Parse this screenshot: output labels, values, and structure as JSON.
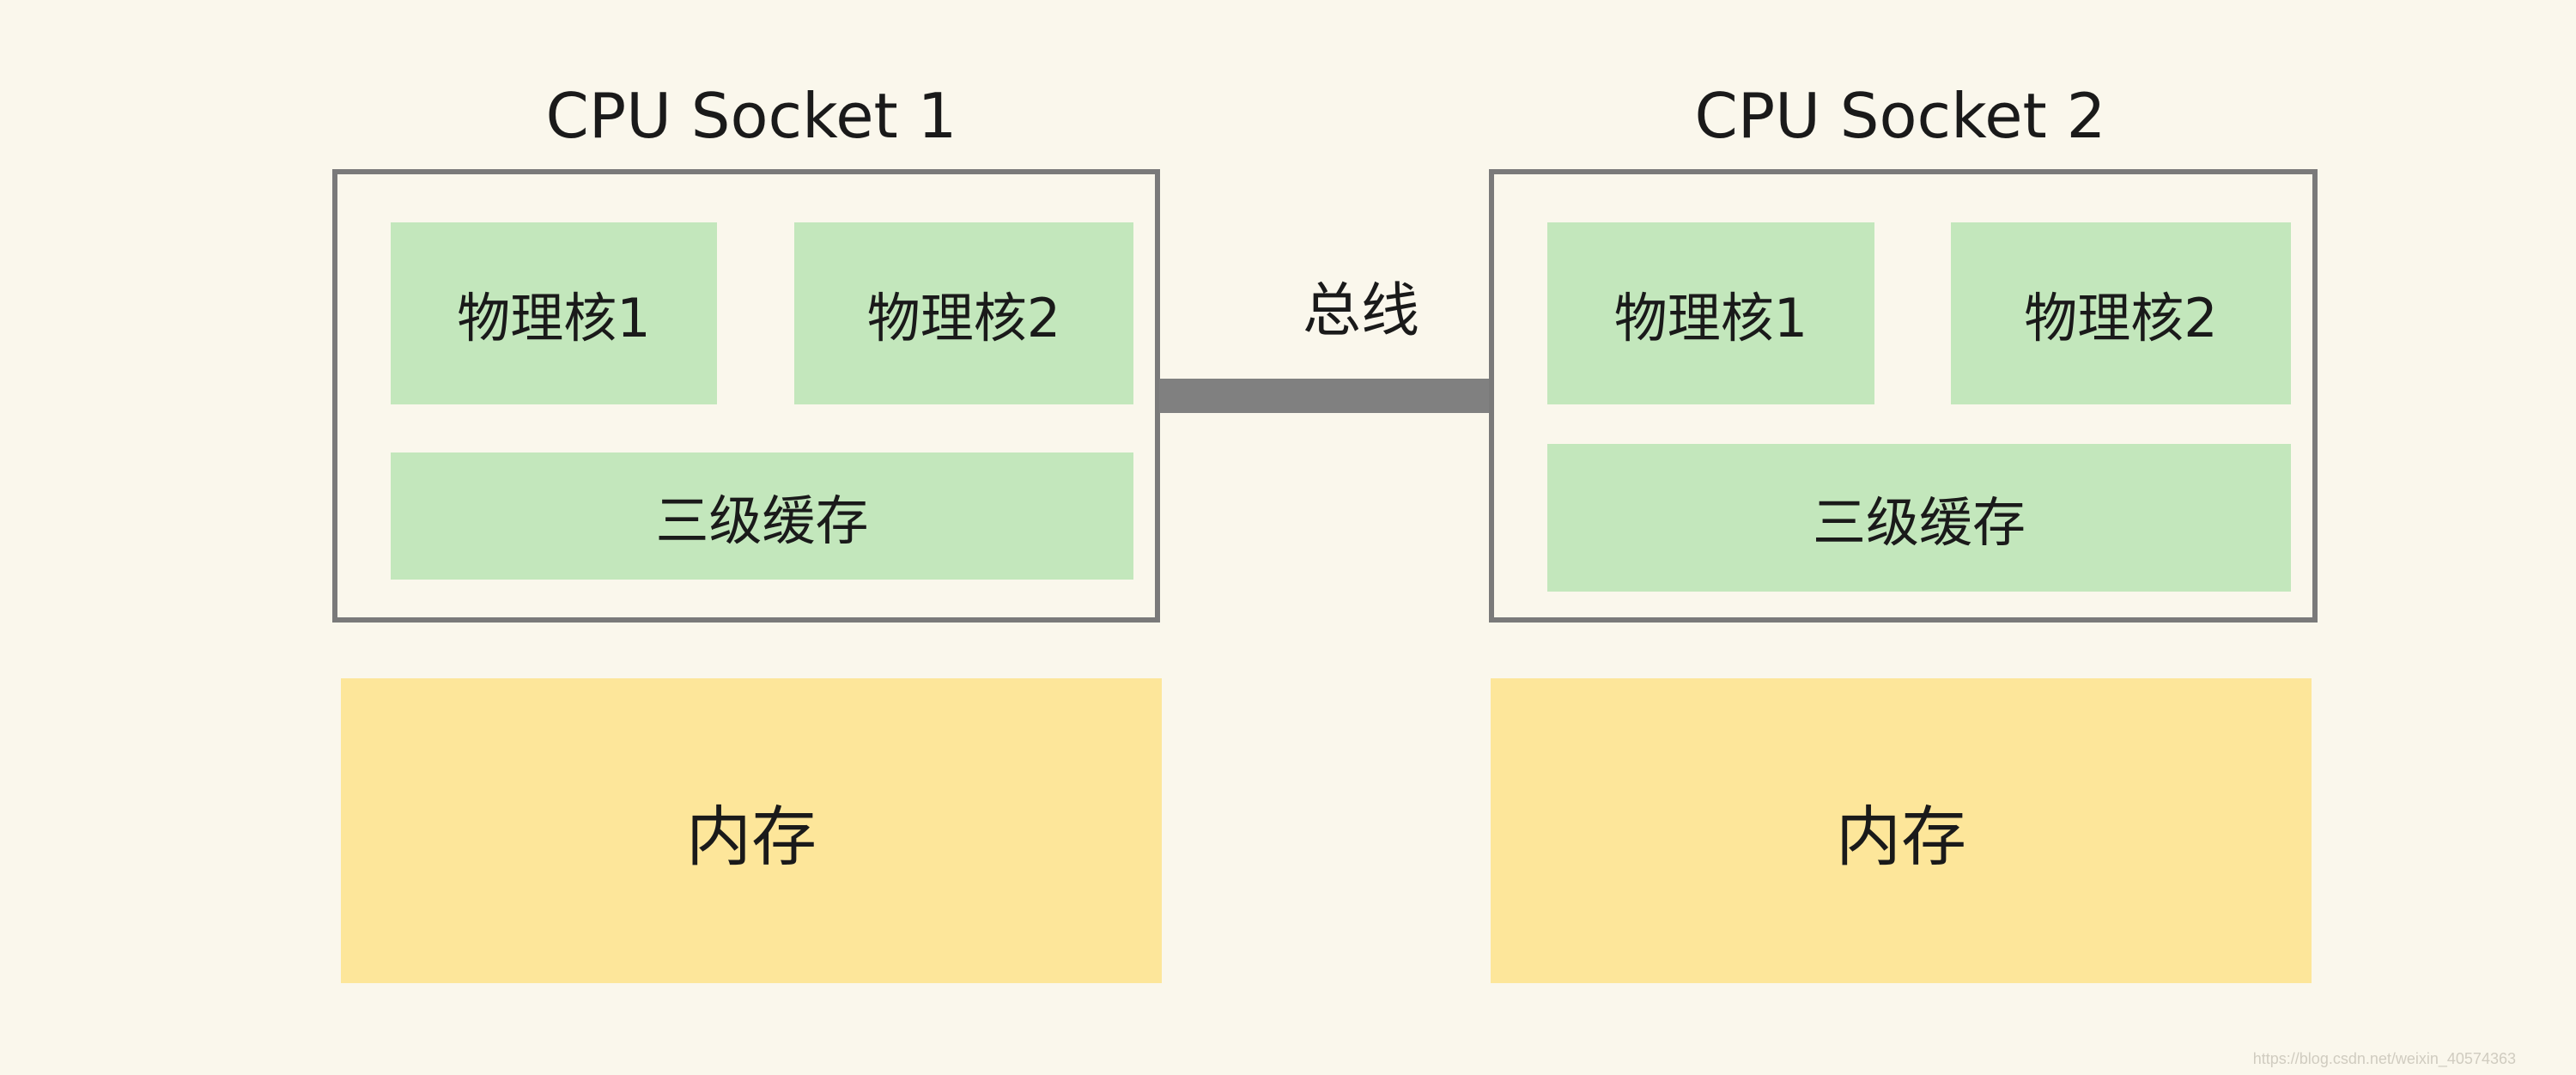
{
  "sockets": [
    {
      "title": "CPU Socket 1",
      "cores": [
        "物理核1",
        "物理核2"
      ],
      "cache": "三级缓存",
      "memory": "内存"
    },
    {
      "title": "CPU Socket 2",
      "cores": [
        "物理核1",
        "物理核2"
      ],
      "cache": "三级缓存",
      "memory": "内存"
    }
  ],
  "bus": {
    "label": "总线"
  },
  "watermark": "https://blog.csdn.net/weixin_40574363",
  "colors": {
    "background": "#faf7ec",
    "core_fill": "#c3e7bc",
    "memory_fill": "#fde69a",
    "socket_border": "#7a7a7a",
    "bus": "#808080"
  }
}
